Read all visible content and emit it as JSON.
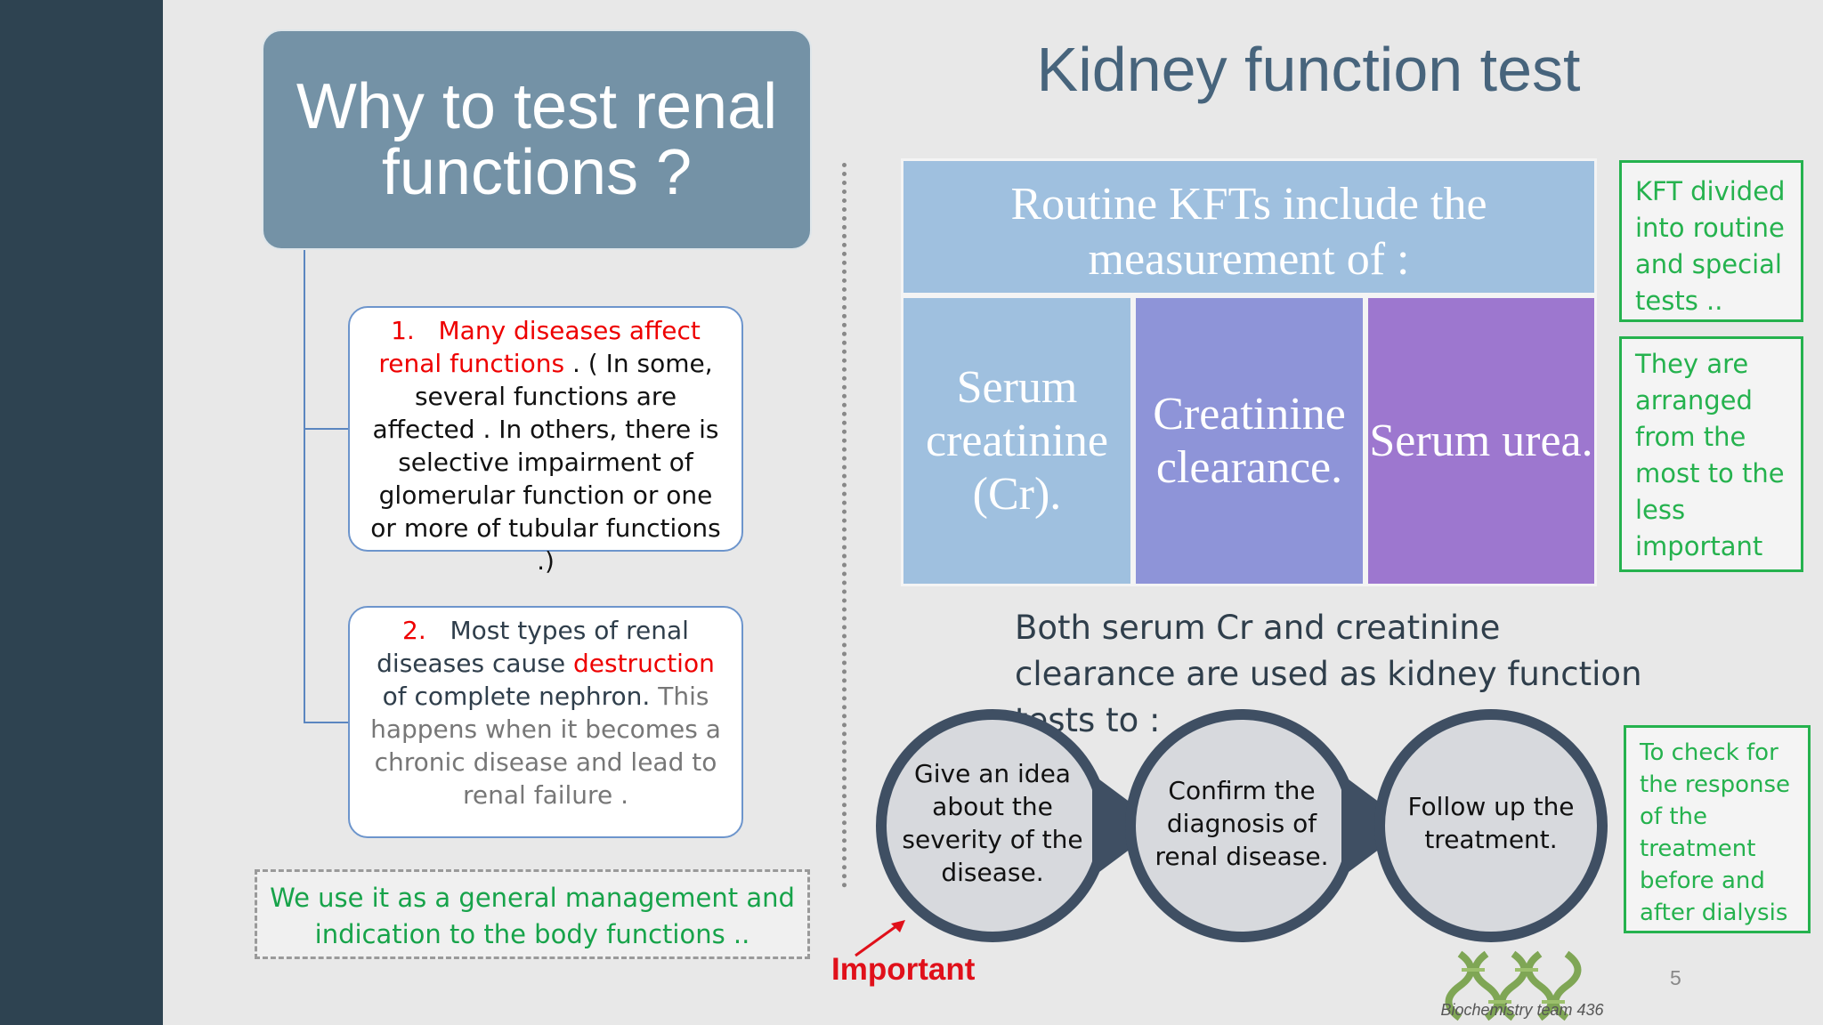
{
  "left": {
    "title": "Why to test renal functions ?",
    "box1": {
      "number": "1.",
      "red_text": "Many diseases affect renal functions",
      "rest": " . ( In some, several functions are affected . In others, there is selective impairment of glomerular function or one or more of tubular functions .)"
    },
    "box2": {
      "number": "2.",
      "text_a": "Most types of renal diseases cause ",
      "red_text": "destruction",
      "text_b": " of complete nephron.",
      "grey_text": " This happens when it becomes a chronic disease and lead to renal failure ."
    },
    "note": "We use it as a general management and indication to the body functions .."
  },
  "right": {
    "title": "Kidney function test",
    "table_header": "Routine KFTs include the measurement of :",
    "cells": [
      "Serum creatinine (Cr).",
      "Creatinine clearance.",
      "Serum urea."
    ],
    "both_text": "Both serum Cr and creatinine clearance are used as kidney function tests to :",
    "circles": [
      "Give an idea about the severity of the disease.",
      "Confirm the diagnosis of renal disease.",
      "Follow up the treatment."
    ],
    "notes": [
      "KFT divided into routine and special tests ..",
      "They are arranged from the most to the less important",
      "To check for the response of the treatment before and after dialysis"
    ],
    "important": "Important"
  },
  "footer": {
    "logo_text": "Biochemistry team 436",
    "page_number": "5"
  },
  "colors": {
    "sidebar": "#2e4351",
    "title_box": "#7492a6",
    "accent_red": "#e00000",
    "accent_green": "#25b24e",
    "cell_blue": "#9fc0df",
    "cell_violet": "#8e94d8",
    "cell_purple": "#9d77cf"
  }
}
